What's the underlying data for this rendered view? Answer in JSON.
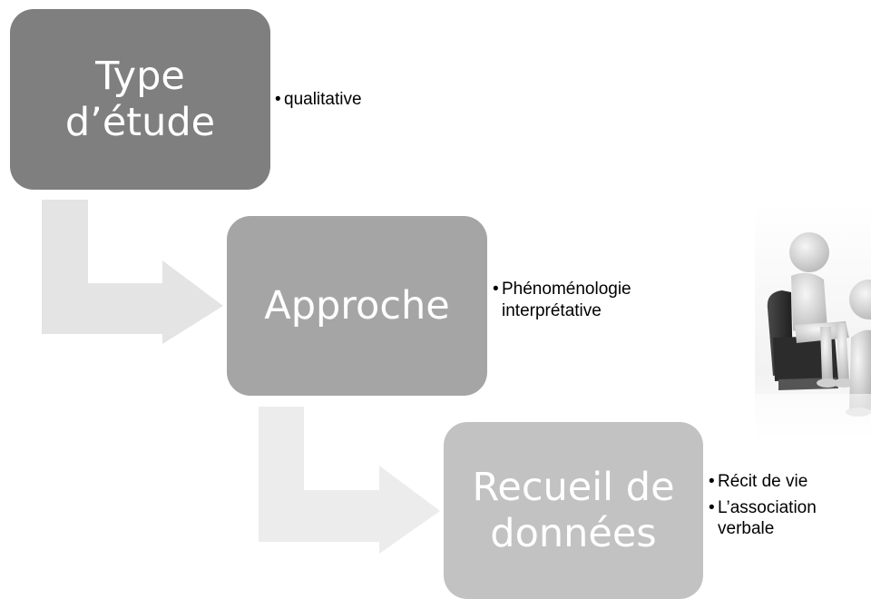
{
  "steps": [
    {
      "title_line1": "Type",
      "title_line2": "d’étude",
      "bullets": [
        "qualitative"
      ]
    },
    {
      "title_line1": "Approche",
      "title_line2": "",
      "bullets": [
        "Phénoménologie interprétative"
      ]
    },
    {
      "title_line1": "Recueil de",
      "title_line2": "données",
      "bullets": [
        "Récit de vie",
        "L’association verbale"
      ]
    }
  ],
  "bullet_char": "•",
  "colors": {
    "step1": "#7f7f7f",
    "step2": "#a5a5a5",
    "step3": "#c2c2c2",
    "arrow1": "#e4e4e4",
    "arrow2": "#ececec",
    "text_on_box": "#ffffff"
  },
  "picture": {
    "icon": "3d-figures-consultation-icon"
  }
}
